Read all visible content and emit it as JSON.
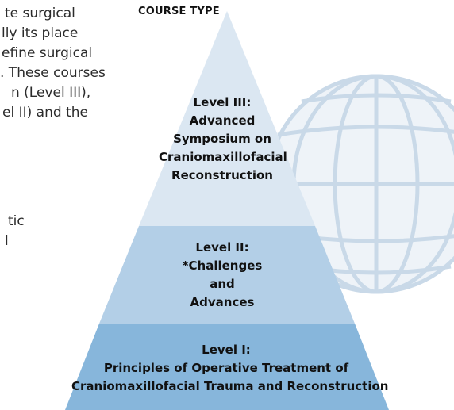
{
  "body_text": {
    "paragraph_1": [
      "te surgical",
      "lly its place",
      "efine surgical",
      ". These courses",
      "n (Level III),",
      "el II) and the"
    ],
    "paragraph_2": [
      "tic",
      "l"
    ]
  },
  "diagram": {
    "heading": "COURSE TYPE",
    "levels": [
      {
        "id": "level-3",
        "lines": [
          "Level III:",
          "Advanced",
          "Symposium on",
          "Craniomaxillofacial",
          "Reconstruction"
        ],
        "color": "#dbe7f2"
      },
      {
        "id": "level-2",
        "lines": [
          "Level II:",
          "*Challenges",
          "and",
          "Advances"
        ],
        "color": "#b3cfe7"
      },
      {
        "id": "level-1",
        "lines": [
          "Level I:",
          "Principles of Operative Treatment of",
          "Craniomaxillofacial Trauma and Reconstruction"
        ],
        "color": "#87b6db"
      }
    ],
    "background_icon": "globe-icon"
  }
}
